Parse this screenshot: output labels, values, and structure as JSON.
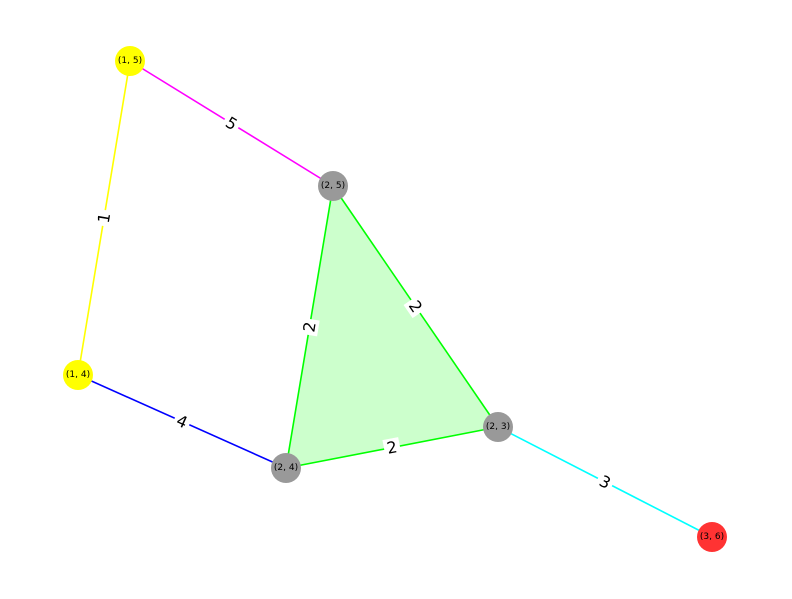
{
  "graph": {
    "nodes": [
      {
        "id": "n15",
        "label": "(1, 5)",
        "color": "#ffff00"
      },
      {
        "id": "n25",
        "label": "(2, 5)",
        "color": "#999999"
      },
      {
        "id": "n14",
        "label": "(1, 4)",
        "color": "#ffff00"
      },
      {
        "id": "n24",
        "label": "(2, 4)",
        "color": "#999999"
      },
      {
        "id": "n23",
        "label": "(2, 3)",
        "color": "#999999"
      },
      {
        "id": "n36",
        "label": "(3, 6)",
        "color": "#ff3333"
      }
    ],
    "edges": [
      {
        "id": "e-15-25",
        "source": "n15",
        "target": "n25",
        "weight": "5",
        "color": "#ff00ff"
      },
      {
        "id": "e-15-14",
        "source": "n15",
        "target": "n14",
        "weight": "1",
        "color": "#ffff00"
      },
      {
        "id": "e-14-24",
        "source": "n14",
        "target": "n24",
        "weight": "4",
        "color": "#0000ff"
      },
      {
        "id": "e-25-24",
        "source": "n25",
        "target": "n24",
        "weight": "2",
        "color": "#00ff00"
      },
      {
        "id": "e-25-23",
        "source": "n25",
        "target": "n23",
        "weight": "2",
        "color": "#00ff00"
      },
      {
        "id": "e-24-23",
        "source": "n24",
        "target": "n23",
        "weight": "2",
        "color": "#00ff00"
      },
      {
        "id": "e-23-36",
        "source": "n23",
        "target": "n36",
        "weight": "3",
        "color": "#00ffff"
      }
    ],
    "highlighted_region": {
      "nodes": [
        "n25",
        "n24",
        "n23"
      ],
      "fill": "#ccffcc"
    }
  }
}
